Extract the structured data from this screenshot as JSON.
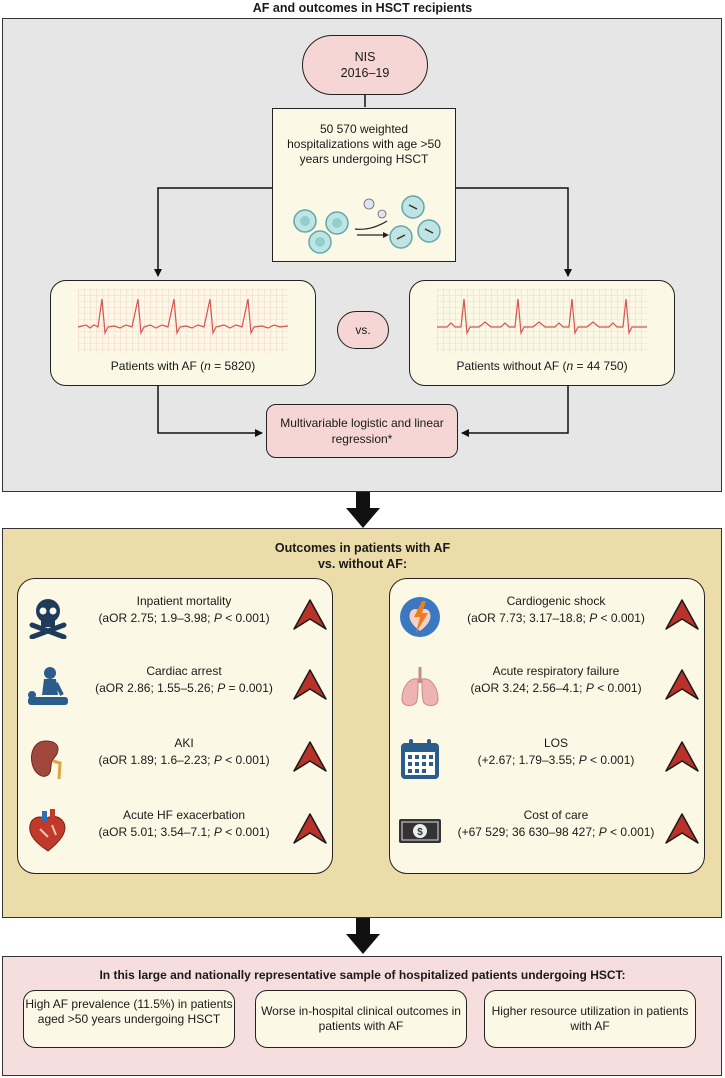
{
  "title": "AF and outcomes in HSCT recipients",
  "flow": {
    "source_line1": "NIS",
    "source_line2": "2016–19",
    "cohort": "50 570 weighted hospitalizations with age >50 years undergoing HSCT",
    "with_af_pre": "Patients with AF (",
    "with_af_n": "n",
    "with_af_post": " = 5820)",
    "without_af_pre": "Patients without AF (",
    "without_af_n": "n",
    "without_af_post": " = 44 750)",
    "vs": "vs.",
    "analysis": "Multivariable logistic and linear regression*"
  },
  "outcomes": {
    "title_line1": "Outcomes in patients with AF",
    "title_line2": "vs. without AF:",
    "left": [
      {
        "name": "Inpatient mortality",
        "stat": "(aOR 2.75; 1.9–3.98; ",
        "p": "P",
        "pval": " < 0.001)",
        "icon": "skull-crossbones-icon",
        "trend": "up"
      },
      {
        "name": "Cardiac arrest",
        "stat": "(aOR 2.86; 1.55–5.26; ",
        "p": "P",
        "pval": " = 0.001)",
        "icon": "cpr-icon",
        "trend": "up"
      },
      {
        "name": "AKI",
        "stat": "(aOR 1.89; 1.6–2.23; ",
        "p": "P",
        "pval": " < 0.001)",
        "icon": "kidney-icon",
        "trend": "up"
      },
      {
        "name": "Acute HF exacerbation",
        "stat": "(aOR 5.01; 3.54–7.1; ",
        "p": "P",
        "pval": " < 0.001)",
        "icon": "heart-icon",
        "trend": "up"
      }
    ],
    "right": [
      {
        "name": "Cardiogenic shock",
        "stat": "(aOR 7.73; 3.17–18.8; ",
        "p": "P",
        "pval": " < 0.001)",
        "icon": "cardiogenic-shock-icon",
        "trend": "up"
      },
      {
        "name": "Acute respiratory failure",
        "stat": "(aOR 3.24; 2.56–4.1; ",
        "p": "P",
        "pval": " < 0.001)",
        "icon": "lungs-icon",
        "trend": "up"
      },
      {
        "name": "LOS",
        "stat": "(+2.67; 1.79–3.55; ",
        "p": "P",
        "pval": " < 0.001)",
        "icon": "calendar-icon",
        "trend": "up"
      },
      {
        "name": "Cost of care",
        "stat": "(+67 529; 36 630–98 427; ",
        "p": "P",
        "pval": " < 0.001)",
        "icon": "dollar-bill-icon",
        "trend": "up"
      }
    ]
  },
  "summary": {
    "title": "In this large and nationally representative sample of hospitalized patients undergoing HSCT:",
    "points": [
      "High AF prevalence (11.5%) in patients aged >50 years undergoing HSCT",
      "Worse in-hospital clinical outcomes in patients with AF",
      "Higher resource utilization in patients with AF"
    ]
  },
  "colors": {
    "top_panel": "#e6e6e6",
    "mid_panel": "#ecdcaa",
    "bottom_panel": "#f5dedd",
    "box_fill": "#fcf8e6",
    "pink_box": "#f6d6d4",
    "ecg_trace": "#d9534f",
    "up_arrow": "#b8322a"
  }
}
